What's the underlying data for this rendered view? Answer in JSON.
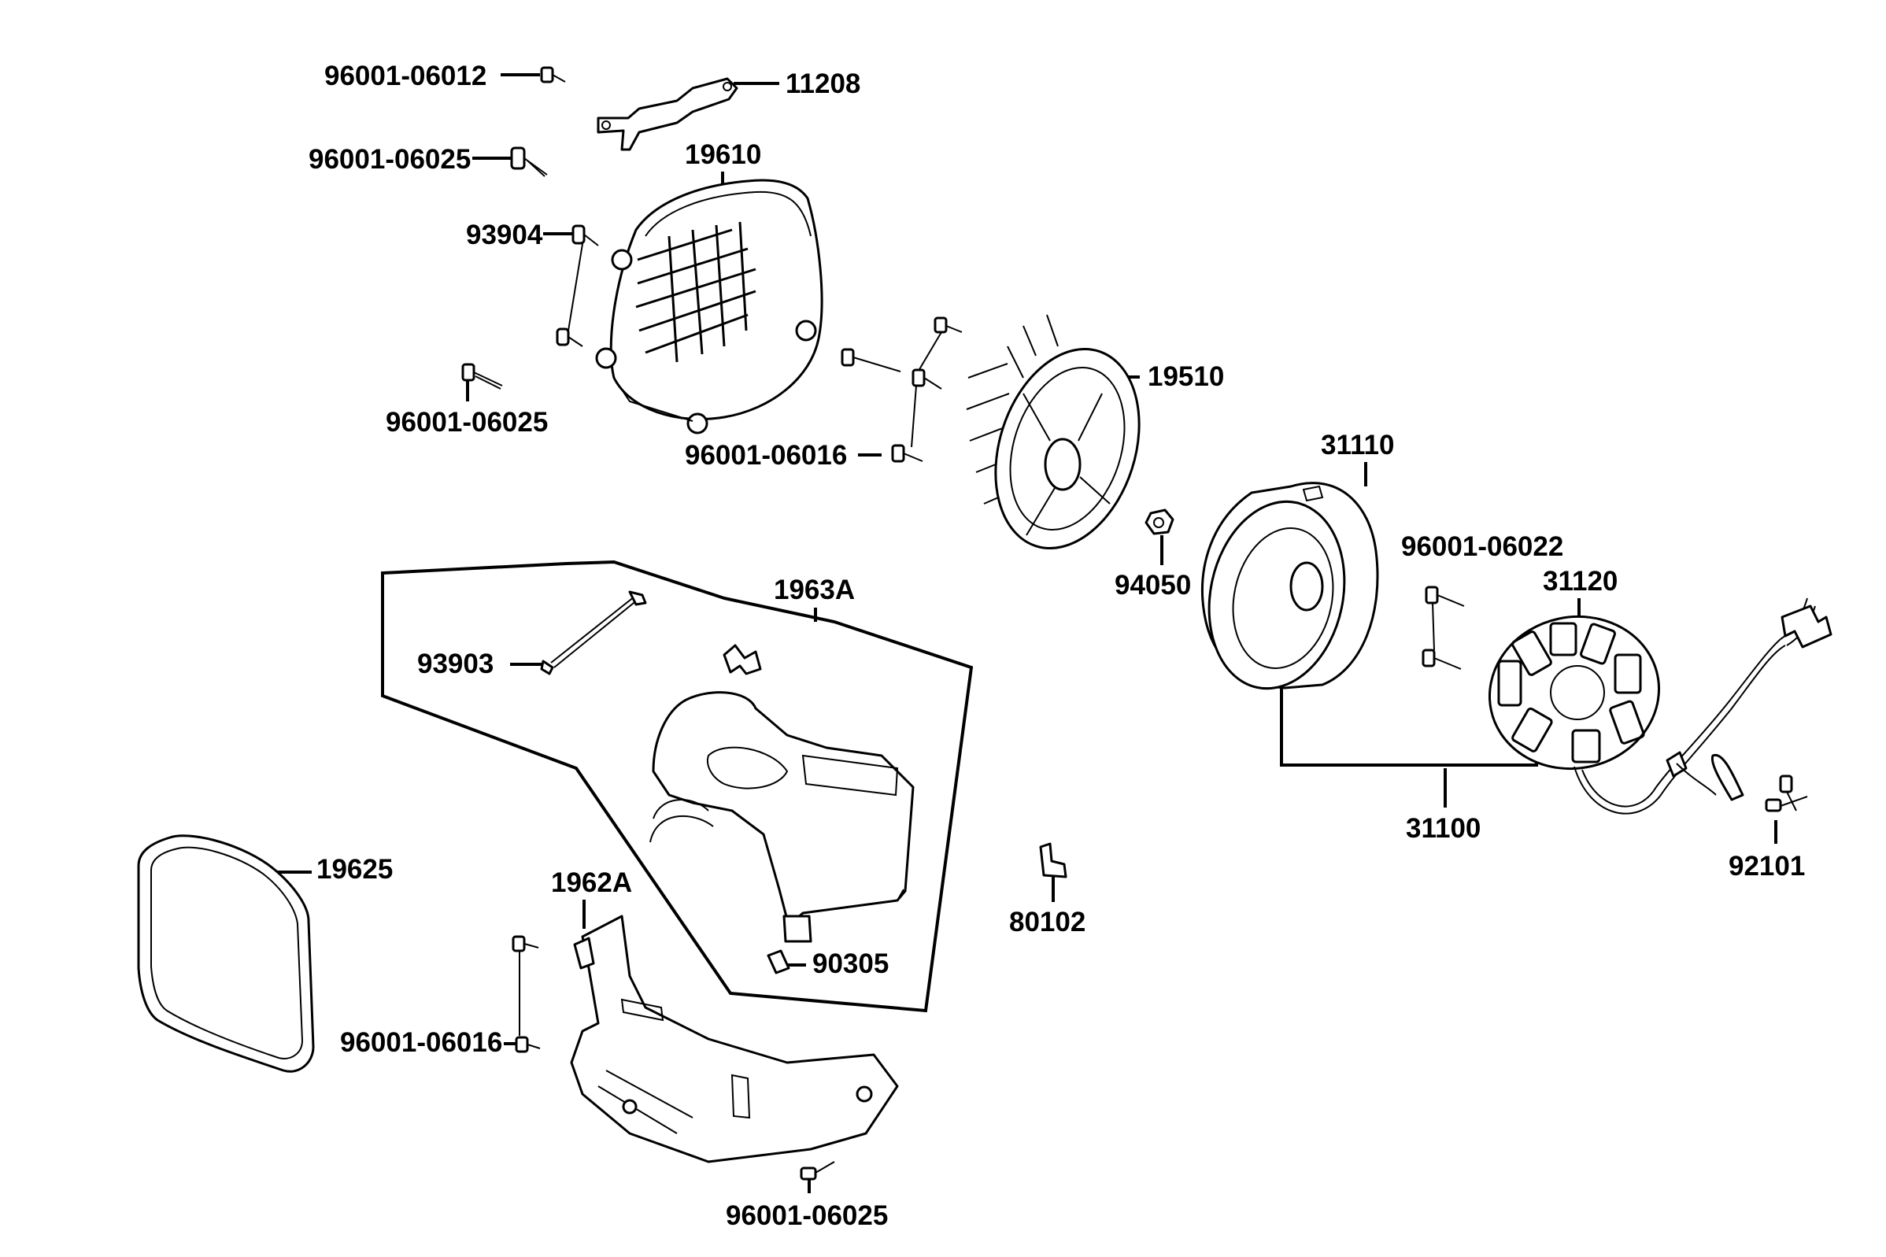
{
  "diagram": {
    "labels": {
      "p96001_06012": "96001-06012",
      "p11208": "11208",
      "p96001_06025_a": "96001-06025",
      "p19610": "19610",
      "p93904": "93904",
      "p96001_06025_b": "96001-06025",
      "p96001_06016_a": "96001-06016",
      "p19510": "19510",
      "p31110": "31110",
      "p94050": "94050",
      "p96001_06022": "96001-06022",
      "p31120": "31120",
      "p1963A": "1963A",
      "p93903": "93903",
      "p31100": "31100",
      "p92101": "92101",
      "p19625": "19625",
      "p1962A": "1962A",
      "p80102": "80102",
      "p90305": "90305",
      "p96001_06016_b": "96001-06016",
      "p96001_06025_c": "96001-06025"
    }
  }
}
